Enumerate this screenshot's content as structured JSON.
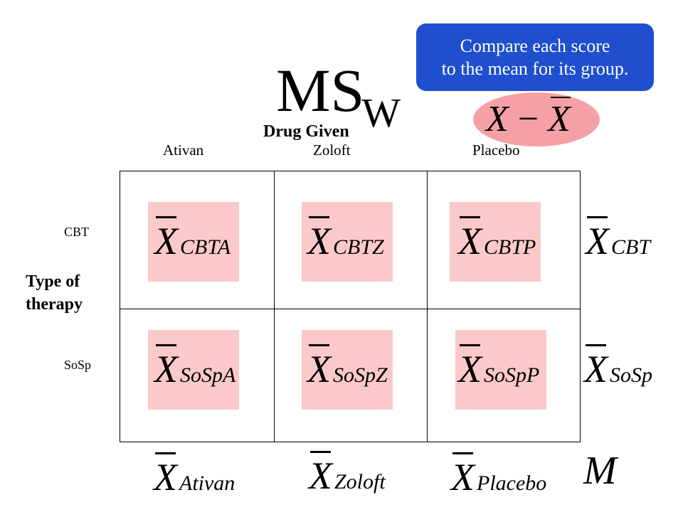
{
  "title": {
    "main": "MS",
    "subscript": "W"
  },
  "callout": {
    "line1": "Compare each score",
    "line2": "to the mean for its group."
  },
  "highlight": {
    "formula": "X − X"
  },
  "drug_header": "Drug Given",
  "columns": [
    "Ativan",
    "Zoloft",
    "Placebo"
  ],
  "rows": [
    "CBT",
    "SoSp"
  ],
  "therapy_header": {
    "line1": "Type of",
    "line2": "therapy"
  },
  "cell_means": {
    "cbt_ativan": "CBTA",
    "cbt_zoloft": "CBTZ",
    "cbt_placebo": "CBTP",
    "sosp_ativan": "SoSpA",
    "sosp_zoloft": "SoSpZ",
    "sosp_placebo": "SoSpP"
  },
  "row_means": {
    "cbt": "CBT",
    "sosp": "SoSp"
  },
  "col_means": {
    "ativan": "Ativan",
    "zoloft": "Zoloft",
    "placebo": "Placebo"
  },
  "mean_letter": "X",
  "grand_mean": "M",
  "colors": {
    "callout": "#1f4fcf",
    "highlight": "#f5a0a6",
    "cell": "#fbc9c9"
  }
}
